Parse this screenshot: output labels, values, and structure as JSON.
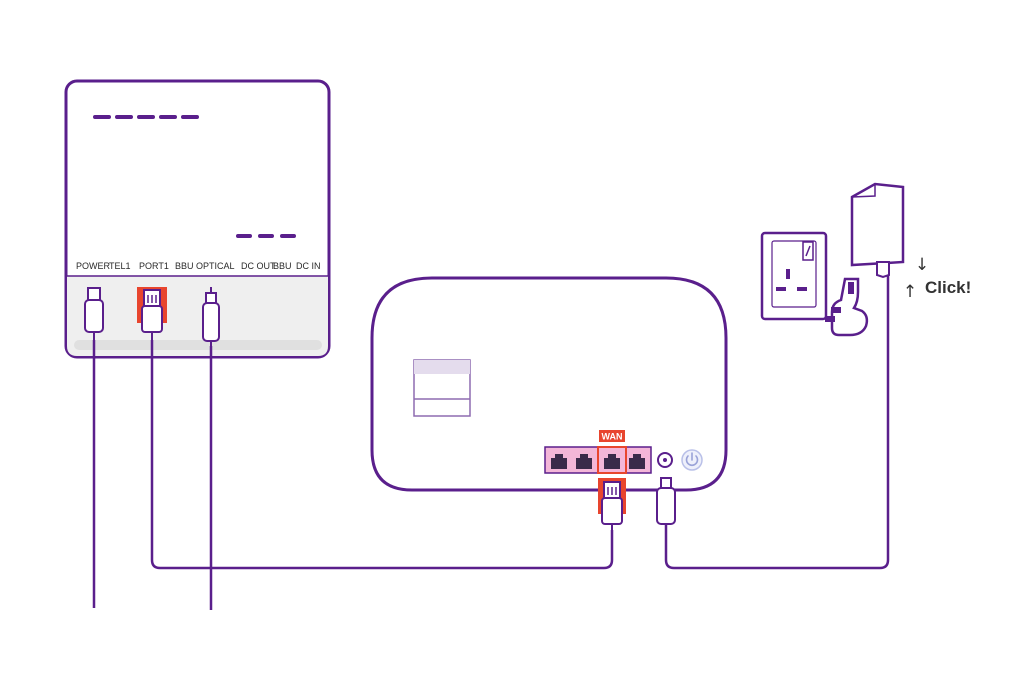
{
  "ont": {
    "port_labels": [
      "POWER",
      "TEL1",
      "PORT1",
      "BBU",
      "OPTICAL",
      "DC OUT",
      "BBU",
      "DC IN"
    ]
  },
  "router": {
    "wan_label": "WAN",
    "power_button_icon": "power-icon",
    "ethernet_port_count": 4
  },
  "instruction": {
    "click_label": "Click!",
    "arrow_down": "↓",
    "arrow_up": "↑"
  },
  "colors": {
    "outline": "#5a1f8c",
    "highlight": "#e8452e",
    "port_strip": "#f3b6d8",
    "panel": "#efefef"
  }
}
